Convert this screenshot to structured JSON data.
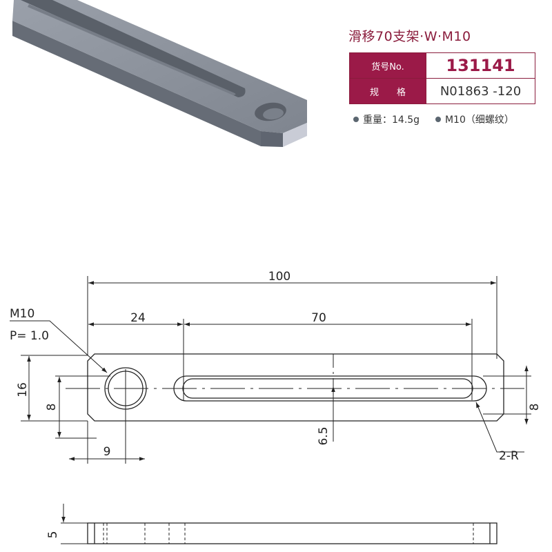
{
  "product": {
    "title": "滑移70支架·W·M10",
    "item_no_label": "货号No.",
    "item_no": "131141",
    "spec_label": "规　　格",
    "spec_value": "N01863 -120",
    "weight_note": "重量：14.5g",
    "thread_note": "M10（细螺纹）"
  },
  "colors": {
    "brand": "#9b1a48",
    "part_top": "#8c929c",
    "part_side": "#6b717b",
    "part_end": "#c9ccd6"
  },
  "dimensions": {
    "total_length": "100",
    "hole_offset": "24",
    "slot_length": "70",
    "height": "16",
    "center_height": "8",
    "center_height_right": "8",
    "hole_position": "9",
    "slot_center": "6.5",
    "radius_label": "2-R",
    "thread_label": "M10",
    "pitch_label": "P= 1.0",
    "thickness": "5"
  }
}
